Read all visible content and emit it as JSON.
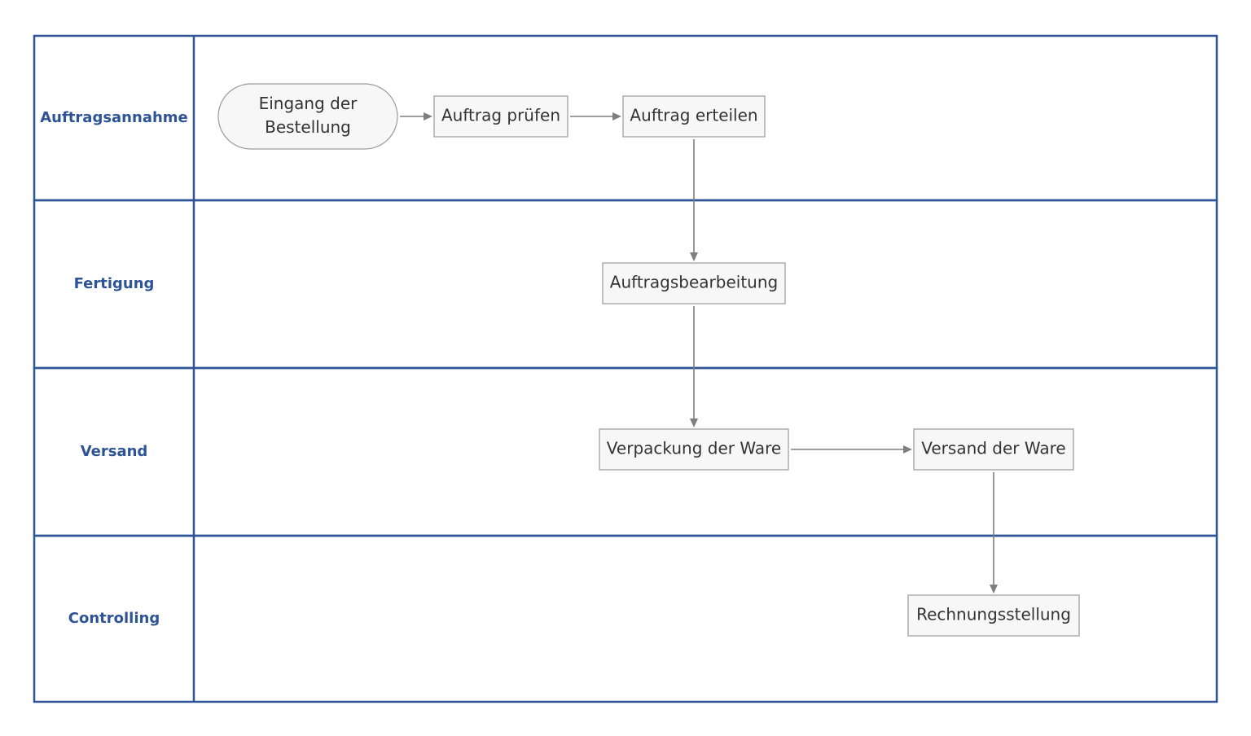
{
  "colors": {
    "lane_border": "#2e5496",
    "lane_label": "#2e5496",
    "node_fill": "#f7f7f7",
    "node_border": "#9a9a9a",
    "connector": "#7f7f7f",
    "text": "#333333"
  },
  "lanes": [
    {
      "label": "Auftragsannahme"
    },
    {
      "label": "Fertigung"
    },
    {
      "label": "Versand"
    },
    {
      "label": "Controlling"
    }
  ],
  "nodes": [
    {
      "id": "eingang",
      "lines": [
        "Eingang der",
        "Bestellung"
      ],
      "shape": "terminator"
    },
    {
      "id": "pruefen",
      "lines": [
        "Auftrag prüfen"
      ],
      "shape": "process"
    },
    {
      "id": "erteilen",
      "lines": [
        "Auftrag erteilen"
      ],
      "shape": "process"
    },
    {
      "id": "bearbeitung",
      "lines": [
        "Auftragsbearbeitung"
      ],
      "shape": "process"
    },
    {
      "id": "verpackung",
      "lines": [
        "Verpackung der Ware"
      ],
      "shape": "process"
    },
    {
      "id": "versand",
      "lines": [
        "Versand der Ware"
      ],
      "shape": "process"
    },
    {
      "id": "rechnung",
      "lines": [
        "Rechnungsstellung"
      ],
      "shape": "process"
    }
  ],
  "edges": [
    {
      "from": "eingang",
      "to": "pruefen"
    },
    {
      "from": "pruefen",
      "to": "erteilen"
    },
    {
      "from": "erteilen",
      "to": "bearbeitung"
    },
    {
      "from": "bearbeitung",
      "to": "verpackung"
    },
    {
      "from": "verpackung",
      "to": "versand"
    },
    {
      "from": "versand",
      "to": "rechnung"
    }
  ]
}
